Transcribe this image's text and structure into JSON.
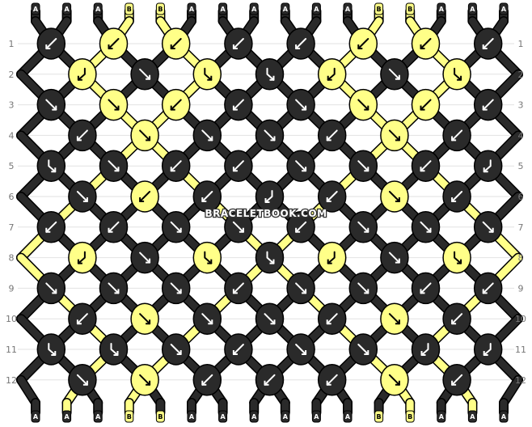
{
  "pattern": {
    "colors": {
      "A": "#2a2a2a",
      "B": "#ffff88"
    },
    "top_strands": [
      "A",
      "A",
      "A",
      "B",
      "B",
      "A",
      "A",
      "A",
      "A",
      "A",
      "A",
      "B",
      "B",
      "A",
      "A",
      "A"
    ],
    "bottom_strands": [
      "A",
      "A",
      "A",
      "B",
      "B",
      "A",
      "A",
      "A",
      "A",
      "A",
      "A",
      "B",
      "B",
      "A",
      "A",
      "A"
    ],
    "row_labels": [
      "1",
      "2",
      "3",
      "4",
      "5",
      "6",
      "7",
      "8",
      "9",
      "10",
      "11",
      "12"
    ],
    "watermark": "BRACELETBOOK.COM",
    "knots": [
      [
        {
          "c": "A",
          "s": "sw"
        },
        {
          "c": "B",
          "s": "sw"
        },
        {
          "c": "B",
          "s": "sw"
        },
        {
          "c": "A",
          "s": "sw"
        },
        {
          "c": "A",
          "s": "sw"
        },
        {
          "c": "B",
          "s": "sw"
        },
        {
          "c": "B",
          "s": "sw"
        },
        {
          "c": "A",
          "s": "sw"
        }
      ],
      [
        {
          "c": "B",
          "s": "bsw"
        },
        {
          "c": "A",
          "s": "se"
        },
        {
          "c": "B",
          "s": "bse"
        },
        {
          "c": "A",
          "s": "bse"
        },
        {
          "c": "B",
          "s": "bsw"
        },
        {
          "c": "A",
          "s": "se"
        },
        {
          "c": "B",
          "s": "bse"
        }
      ],
      [
        {
          "c": "A",
          "s": "se"
        },
        {
          "c": "B",
          "s": "se"
        },
        {
          "c": "B",
          "s": "sw"
        },
        {
          "c": "A",
          "s": "sw"
        },
        {
          "c": "A",
          "s": "se"
        },
        {
          "c": "B",
          "s": "se"
        },
        {
          "c": "B",
          "s": "sw"
        },
        {
          "c": "A",
          "s": "sw"
        }
      ],
      [
        {
          "c": "A",
          "s": "sw"
        },
        {
          "c": "B",
          "s": "se"
        },
        {
          "c": "A",
          "s": "se"
        },
        {
          "c": "A",
          "s": "se"
        },
        {
          "c": "A",
          "s": "sw"
        },
        {
          "c": "B",
          "s": "se"
        },
        {
          "c": "A",
          "s": "sw"
        }
      ],
      [
        {
          "c": "A",
          "s": "bse"
        },
        {
          "c": "A",
          "s": "se"
        },
        {
          "c": "A",
          "s": "sw"
        },
        {
          "c": "A",
          "s": "sw"
        },
        {
          "c": "A",
          "s": "se"
        },
        {
          "c": "A",
          "s": "se"
        },
        {
          "c": "A",
          "s": "sw"
        },
        {
          "c": "A",
          "s": "bsw"
        }
      ],
      [
        {
          "c": "A",
          "s": "se"
        },
        {
          "c": "B",
          "s": "sw"
        },
        {
          "c": "A",
          "s": "sw"
        },
        {
          "c": "A",
          "s": "bsw"
        },
        {
          "c": "A",
          "s": "sw"
        },
        {
          "c": "B",
          "s": "se"
        },
        {
          "c": "A",
          "s": "sw"
        }
      ],
      [
        {
          "c": "A",
          "s": "sw"
        },
        {
          "c": "A",
          "s": "sw"
        },
        {
          "c": "A",
          "s": "se"
        },
        {
          "c": "A",
          "s": "se"
        },
        {
          "c": "A",
          "s": "sw"
        },
        {
          "c": "A",
          "s": "se"
        },
        {
          "c": "A",
          "s": "se"
        },
        {
          "c": "A",
          "s": "se"
        }
      ],
      [
        {
          "c": "B",
          "s": "bsw"
        },
        {
          "c": "A",
          "s": "se"
        },
        {
          "c": "B",
          "s": "bse"
        },
        {
          "c": "A",
          "s": "bse"
        },
        {
          "c": "B",
          "s": "bsw"
        },
        {
          "c": "A",
          "s": "se"
        },
        {
          "c": "B",
          "s": "bse"
        }
      ],
      [
        {
          "c": "A",
          "s": "se"
        },
        {
          "c": "A",
          "s": "se"
        },
        {
          "c": "A",
          "s": "se"
        },
        {
          "c": "A",
          "s": "sw"
        },
        {
          "c": "A",
          "s": "se"
        },
        {
          "c": "A",
          "s": "se"
        },
        {
          "c": "A",
          "s": "sw"
        },
        {
          "c": "A",
          "s": "sw"
        }
      ],
      [
        {
          "c": "A",
          "s": "sw"
        },
        {
          "c": "B",
          "s": "se"
        },
        {
          "c": "A",
          "s": "se"
        },
        {
          "c": "A",
          "s": "se"
        },
        {
          "c": "A",
          "s": "sw"
        },
        {
          "c": "B",
          "s": "se"
        },
        {
          "c": "A",
          "s": "sw"
        }
      ],
      [
        {
          "c": "A",
          "s": "bse"
        },
        {
          "c": "A",
          "s": "bse"
        },
        {
          "c": "A",
          "s": "se"
        },
        {
          "c": "A",
          "s": "sw"
        },
        {
          "c": "A",
          "s": "se"
        },
        {
          "c": "A",
          "s": "se"
        },
        {
          "c": "A",
          "s": "bsw"
        },
        {
          "c": "A",
          "s": "bsw"
        }
      ],
      [
        {
          "c": "A",
          "s": "se"
        },
        {
          "c": "B",
          "s": "se"
        },
        {
          "c": "A",
          "s": "sw"
        },
        {
          "c": "A",
          "s": "sw"
        },
        {
          "c": "A",
          "s": "sw"
        },
        {
          "c": "B",
          "s": "se"
        },
        {
          "c": "A",
          "s": "sw"
        }
      ]
    ]
  }
}
